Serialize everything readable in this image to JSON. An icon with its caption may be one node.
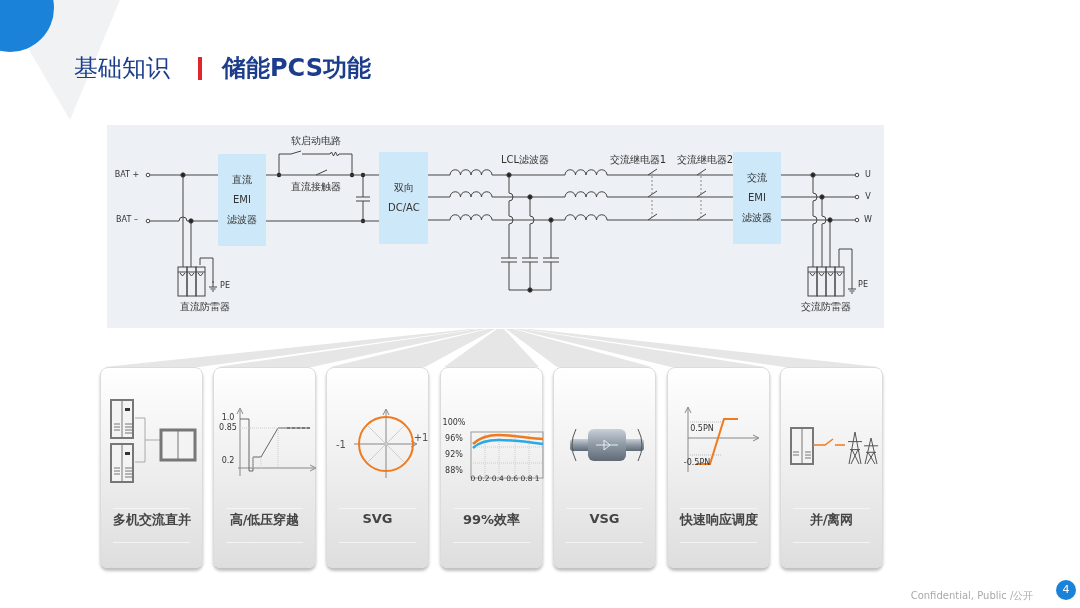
{
  "diagram": {
    "title": "储能PCS功能",
    "nodes": [
      {
        "text": [],
        "shape": "box"
      },
      {
        "text": [
          "直流 EMI 滤波器"
        ],
        "in": 0
      },
      {
        "text": [
          "双向 DC/AC"
        ],
        "in": 0
      },
      {
        "text": [
          "交流 EMI 滤波器"
        ],
        "in": 0
      },
      {
        "text": [
          "多机交流直并"
        ]
      },
      {
        "text": [
          "高/低压穿越"
        ]
      },
      {
        "text": [
          "SVG"
        ]
      },
      {
        "text": [
          "99%效率"
        ]
      },
      {
        "text": [
          "VSG"
        ]
      },
      {
        "text": [
          "快速响应调度"
        ]
      },
      {
        "text": [
          "并/离网"
        ]
      }
    ],
    "edges": [
      {
        "from": 1,
        "to": 2,
        "arrow": "none"
      },
      {
        "from": 1,
        "to": 2,
        "arrow": "none"
      },
      {
        "from": 2,
        "to": 3,
        "arrow": "none"
      },
      {
        "from": 2,
        "to": 3,
        "arrow": "none"
      },
      {
        "from": 2,
        "to": 3,
        "arrow": "none"
      }
    ],
    "labels": [
      "基础知识",
      "BAT +",
      "BAT –",
      "软启动电路",
      "直流接触器",
      "直流防雷器",
      "PE",
      "LCL滤波器",
      "交流继电器1",
      "交流继电器2",
      "U",
      "V",
      "W",
      "PE",
      "交流防雷器",
      "1.0",
      "0.85",
      "0.2",
      "-1",
      "+1",
      "100%",
      "96%",
      "92%",
      "88%",
      "0 0.2 0.4 0.6 0.8 1",
      "0.5PN",
      "-0.5PN",
      "Confidential, Public /公开",
      "4"
    ]
  }
}
